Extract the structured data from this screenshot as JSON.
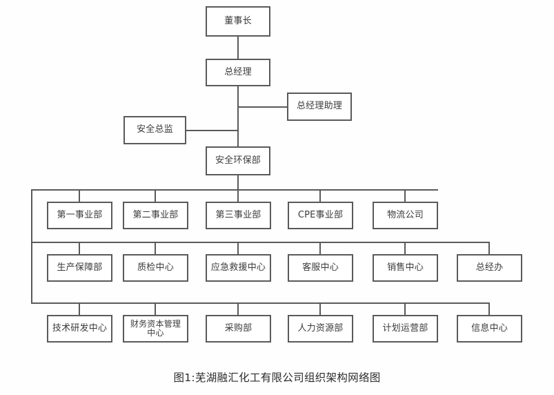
{
  "chart_data": {
    "type": "diagram",
    "diagram_kind": "organization-chart",
    "title": "图1:芜湖融汇化工有限公司组织架构网络图",
    "orientation": "top-down",
    "levels": [
      {
        "level": 1,
        "nodes": [
          "董事长"
        ]
      },
      {
        "level": 2,
        "nodes": [
          "总经理"
        ]
      },
      {
        "level": 3,
        "nodes": [
          "总经理助理",
          "安全总监"
        ]
      },
      {
        "level": 4,
        "nodes": [
          "安全环保部"
        ]
      },
      {
        "level": 5,
        "nodes": [
          "第一事业部",
          "第二事业部",
          "第三事业部",
          "CPE事业部",
          "物流公司"
        ]
      },
      {
        "level": 6,
        "nodes": [
          "生产保障部",
          "质检中心",
          "应急救援中心",
          "客服中心",
          "销售中心",
          "总经办"
        ]
      },
      {
        "level": 7,
        "nodes": [
          "技术研发中心",
          "财务资本管理中心",
          "采购部",
          "人力资源部",
          "计划运营部",
          "信息中心"
        ]
      }
    ],
    "edges": [
      {
        "from": "董事长",
        "to": "总经理"
      },
      {
        "from": "总经理",
        "to": "总经理助理"
      },
      {
        "from": "总经理",
        "to": "安全总监"
      },
      {
        "from": "总经理",
        "to": "安全环保部"
      },
      {
        "from": "安全环保部",
        "to": "第一事业部"
      },
      {
        "from": "安全环保部",
        "to": "第二事业部"
      },
      {
        "from": "安全环保部",
        "to": "第三事业部"
      },
      {
        "from": "安全环保部",
        "to": "CPE事业部"
      },
      {
        "from": "安全环保部",
        "to": "物流公司"
      },
      {
        "from": "安全环保部",
        "to": "生产保障部"
      },
      {
        "from": "安全环保部",
        "to": "质检中心"
      },
      {
        "from": "安全环保部",
        "to": "应急救援中心"
      },
      {
        "from": "安全环保部",
        "to": "客服中心"
      },
      {
        "from": "安全环保部",
        "to": "销售中心"
      },
      {
        "from": "安全环保部",
        "to": "总经办"
      },
      {
        "from": "安全环保部",
        "to": "技术研发中心"
      },
      {
        "from": "安全环保部",
        "to": "财务资本管理中心"
      },
      {
        "from": "安全环保部",
        "to": "采购部"
      },
      {
        "from": "安全环保部",
        "to": "人力资源部"
      },
      {
        "from": "安全环保部",
        "to": "计划运营部"
      },
      {
        "from": "安全环保部",
        "to": "信息中心"
      }
    ],
    "colors": {
      "box_border": "#595959",
      "box_fill": "#ffffff",
      "connector": "#595959",
      "text": "#3b3b3b",
      "background": "#fefefe"
    }
  },
  "nodes": {
    "chairman": "董事长",
    "general_manager": "总经理",
    "gm_assistant": "总经理助理",
    "safety_director": "安全总监",
    "safety_env_dept": "安全环保部",
    "div1": "第一事业部",
    "div2": "第二事业部",
    "div3": "第三事业部",
    "div_cpe": "CPE事业部",
    "logistics": "物流公司",
    "production_support": "生产保障部",
    "quality_center": "质检中心",
    "emergency_rescue": "应急救援中心",
    "customer_service": "客服中心",
    "sales_center": "销售中心",
    "gm_office": "总经办",
    "rnd_center": "技术研发中心",
    "finance_capital": "财务资本管理中心",
    "procurement": "采购部",
    "human_resources": "人力资源部",
    "planning_ops": "计划运营部",
    "information_center": "信息中心"
  },
  "caption": {
    "text": "图1:芜湖融汇化工有限公司组织架构网络图"
  }
}
